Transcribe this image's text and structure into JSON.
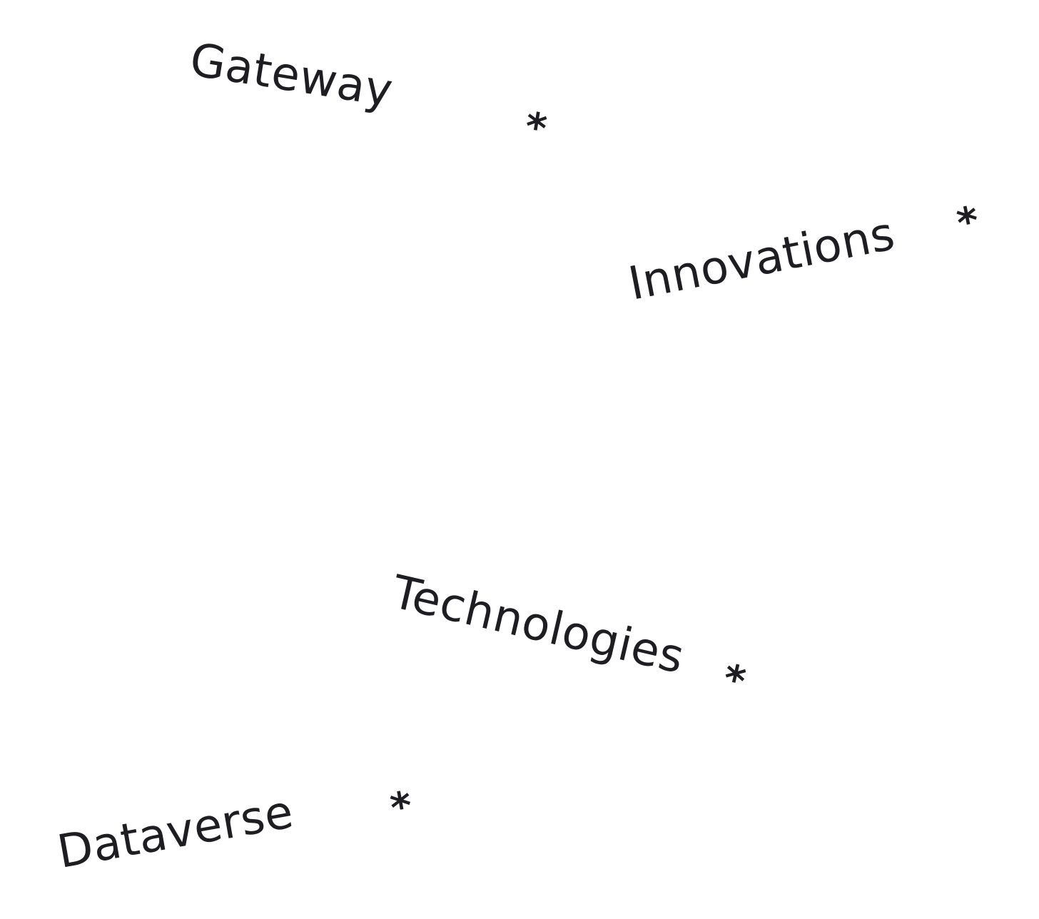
{
  "words": [
    {
      "text": "Gateway",
      "mark": "*"
    },
    {
      "text": "Innovations",
      "mark": "*"
    },
    {
      "text": "Technologies",
      "mark": "*"
    },
    {
      "text": "Dataverse",
      "mark": "*"
    }
  ],
  "colors": {
    "background": "#ffffff",
    "text": "#1e1e22"
  }
}
